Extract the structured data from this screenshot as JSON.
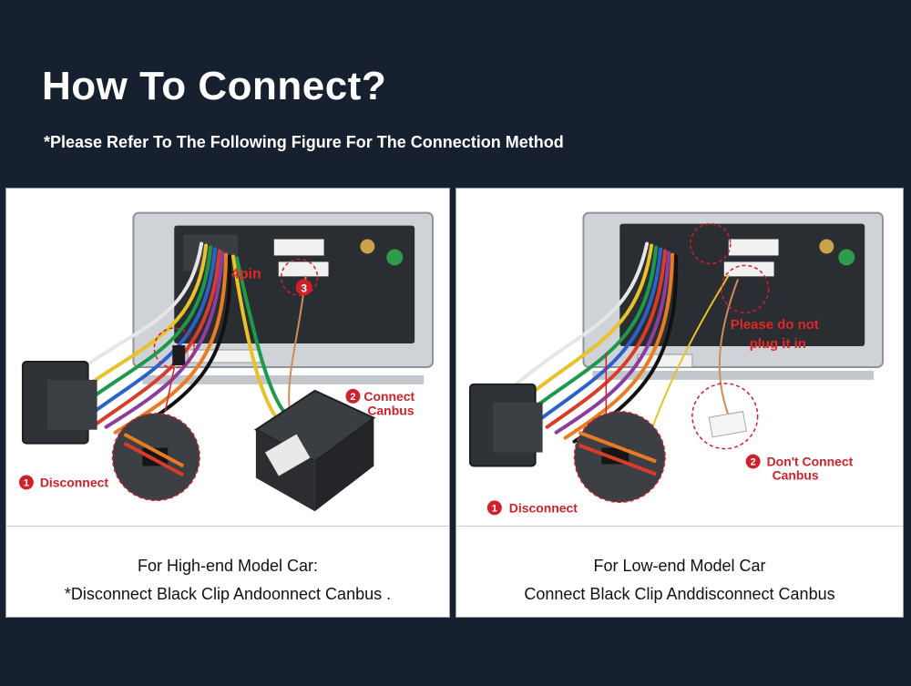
{
  "header": {
    "title": "How To Connect?",
    "subtitle": "*Please Refer To The Following Figure For The Connection Method"
  },
  "left_panel": {
    "labels": {
      "pin": "4pin",
      "step3": "3",
      "step2_num": "2",
      "step2_line1": "Connect",
      "step2_line2": "Canbus",
      "step1_num": "1",
      "step1_text": "Disconnect"
    },
    "caption_line1": "For High-end Model Car:",
    "caption_line2": "*Disconnect Black Clip  Andoonnect Canbus ."
  },
  "right_panel": {
    "labels": {
      "warn_line1": "Please do not",
      "warn_line2": "plug it in",
      "step2_num": "2",
      "step2_line1": "Don't Connect",
      "step2_line2": "Canbus",
      "step1_num": "1",
      "step1_text": "Disconnect"
    },
    "caption_line1": "For Low-end Model Car",
    "caption_line2": "Connect Black Clip Anddisconnect Canbus"
  },
  "colors": {
    "background": "#17202e",
    "accent_red": "#d0202a"
  }
}
